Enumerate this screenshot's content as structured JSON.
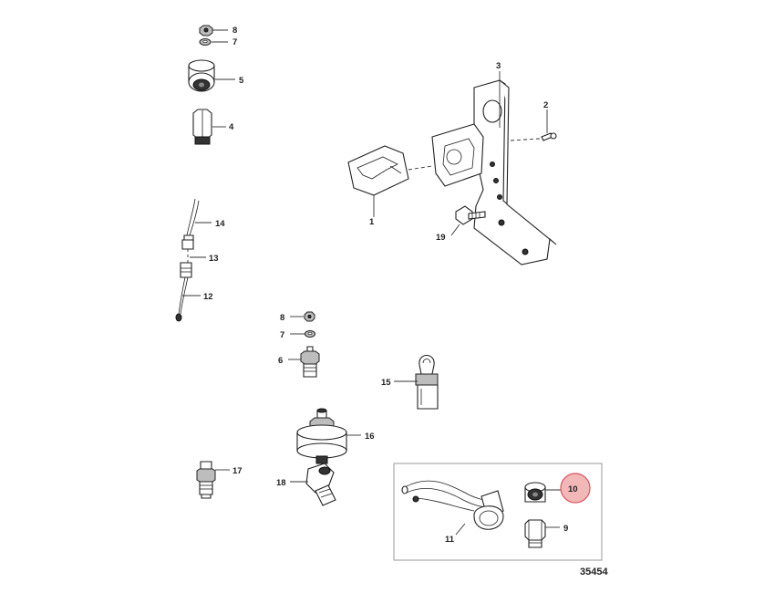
{
  "figure_number": "35454",
  "callouts": {
    "c1": "1",
    "c2": "2",
    "c3": "3",
    "c4": "4",
    "c5": "5",
    "c6": "6",
    "c7a": "7",
    "c7b": "7",
    "c8a": "8",
    "c8b": "8",
    "c9": "9",
    "c10": "10",
    "c11": "11",
    "c12": "12",
    "c13": "13",
    "c14": "14",
    "c15": "15",
    "c16": "16",
    "c17": "17",
    "c18": "18",
    "c19": "19"
  },
  "colors": {
    "highlight": "#f2b8b8",
    "highlight_ring": "#d9545d",
    "line": "#333333"
  }
}
